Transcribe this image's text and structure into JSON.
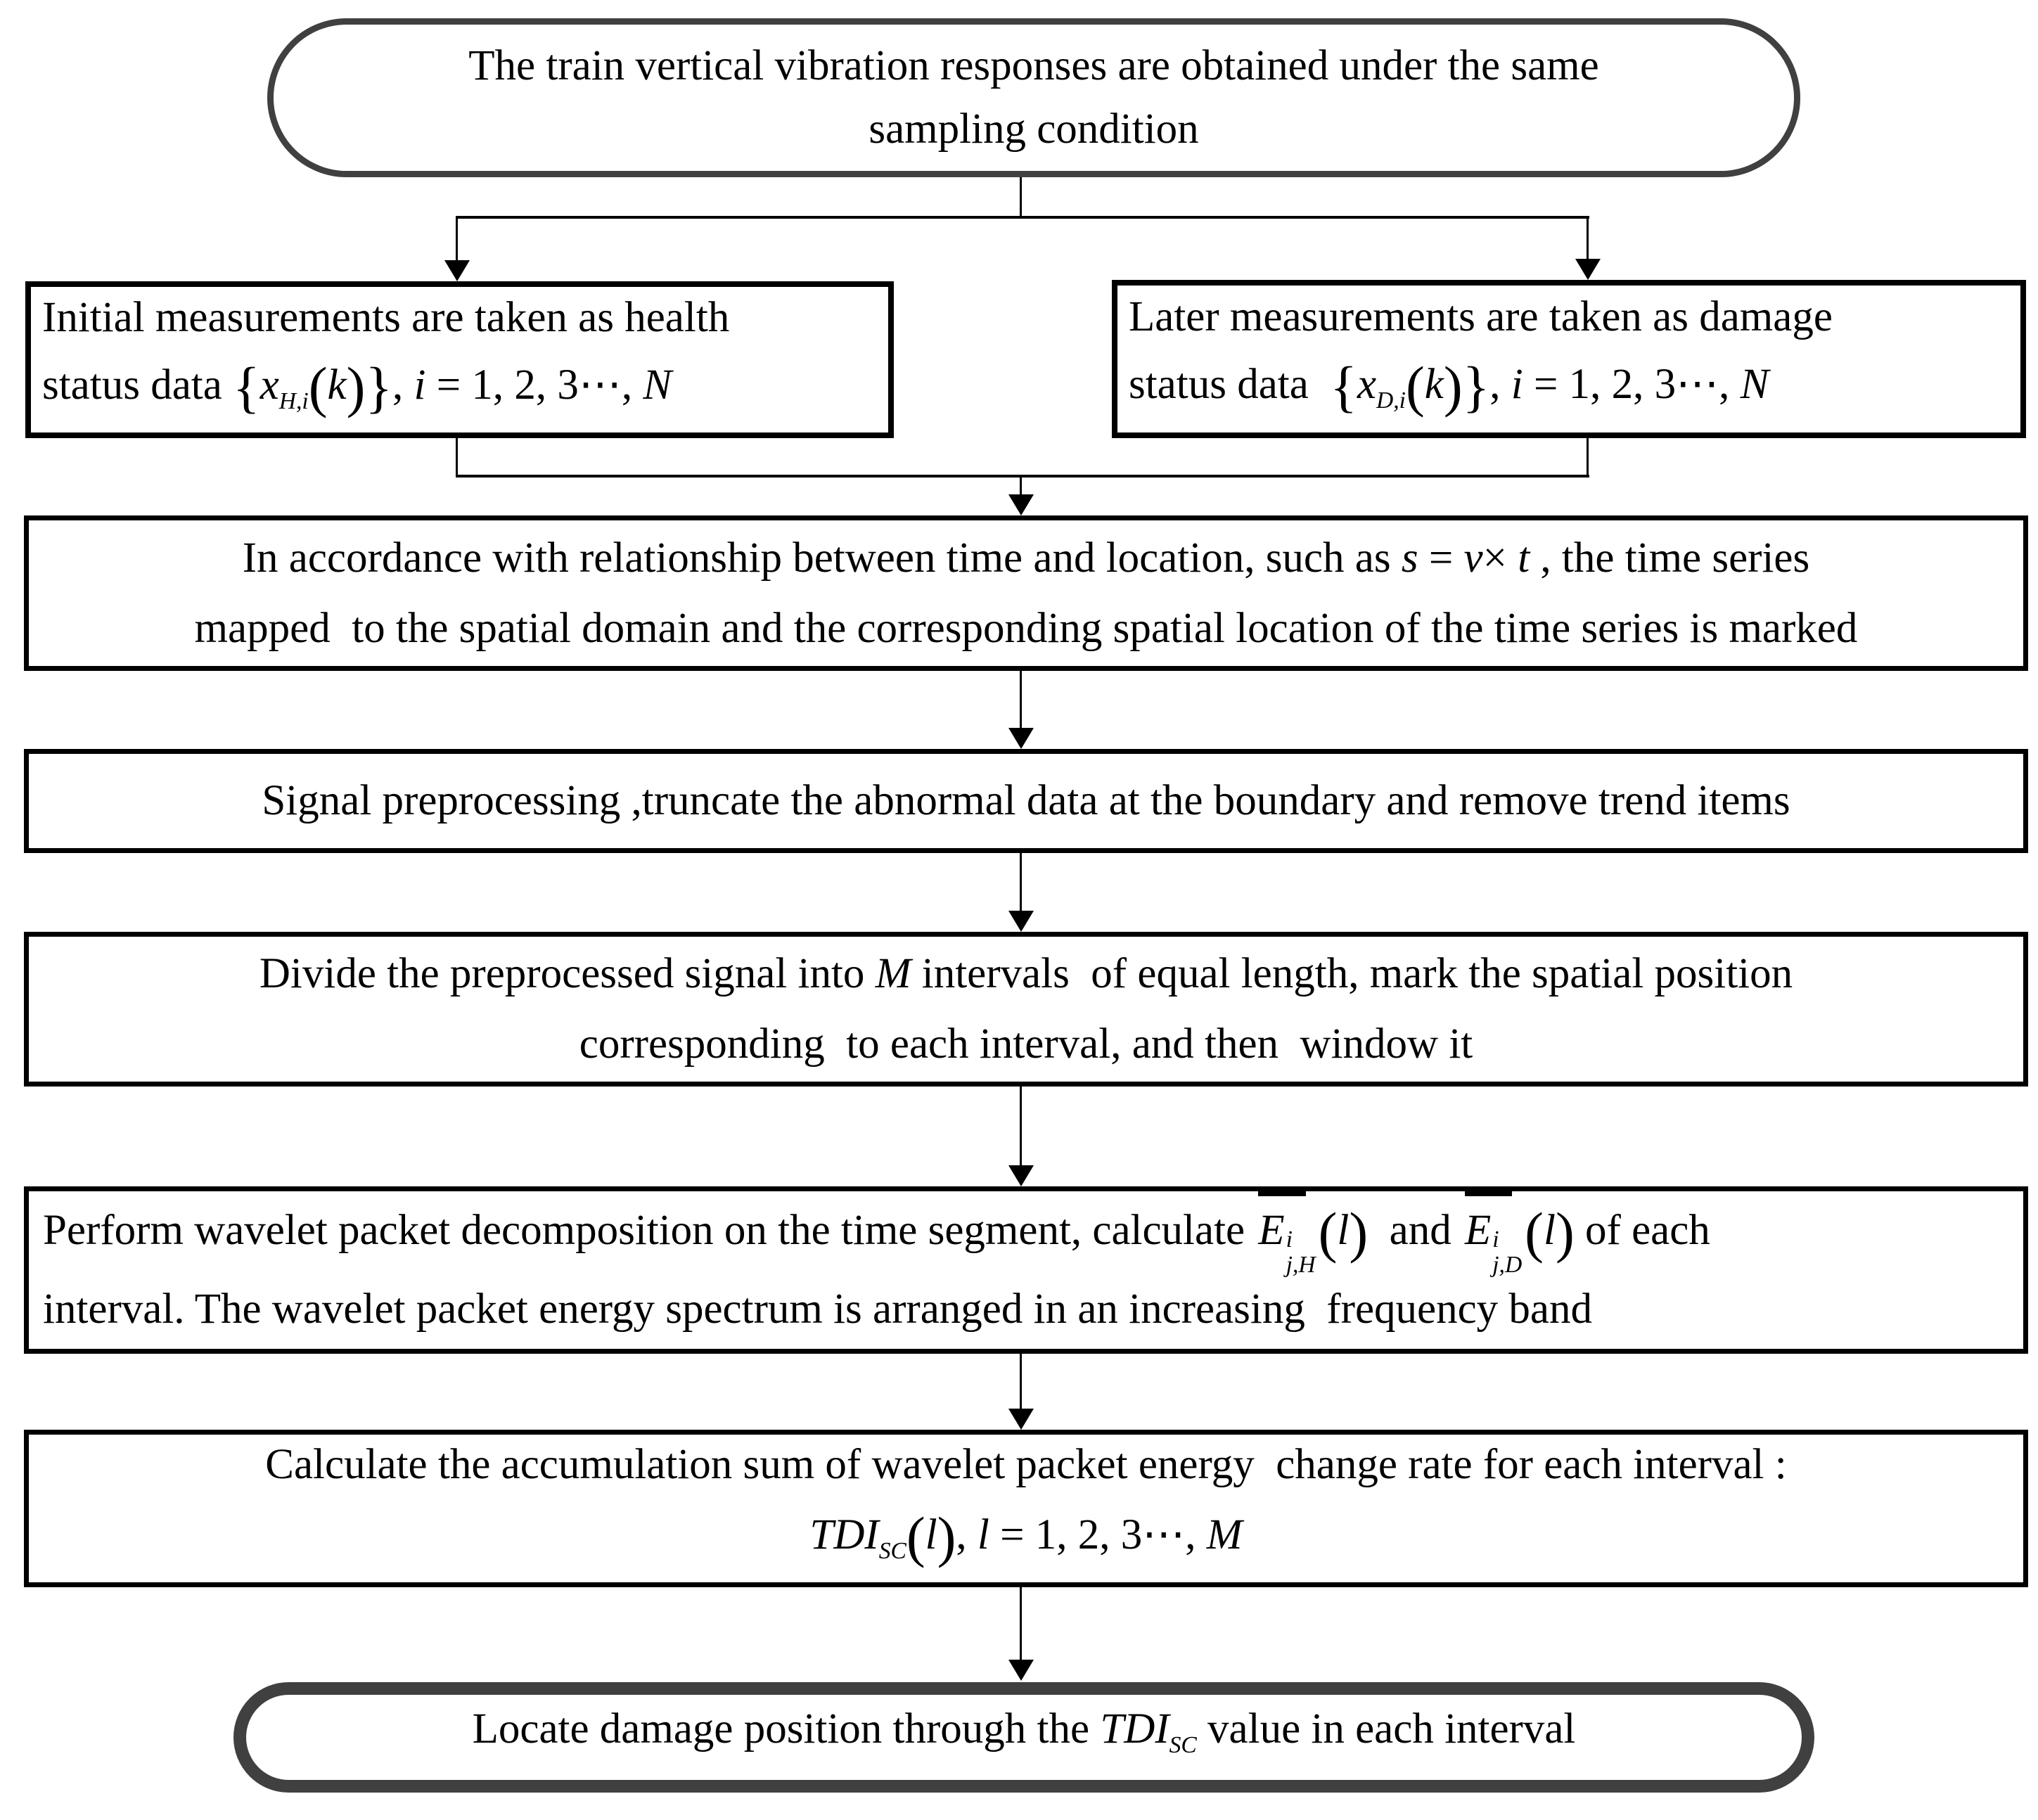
{
  "colors": {
    "background": "#ffffff",
    "box_border": "#000000",
    "stadium_border": "#404040",
    "line": "#000000",
    "text": "#000000"
  },
  "flowchart": {
    "nodes": [
      {
        "id": "start",
        "shape": "stadium",
        "lines": [
          {
            "segs": [
              {
                "t": "The train vertical vibration responses are obtained under the same"
              }
            ]
          },
          {
            "segs": [
              {
                "t": "sampling condition"
              }
            ]
          }
        ]
      },
      {
        "id": "health-data",
        "shape": "rect",
        "lines": [
          {
            "segs": [
              {
                "t": "Initial measurements are taken as health"
              }
            ]
          },
          {
            "segs": [
              {
                "t": "status data "
              },
              {
                "big": "{"
              },
              {
                "i": "x"
              },
              {
                "sub": "H,i"
              },
              {
                "big": "("
              },
              {
                "i": "k"
              },
              {
                "big": ")"
              },
              {
                "big": "}"
              },
              {
                "t": ", "
              },
              {
                "i": "i"
              },
              {
                "t": " = 1, 2, 3⋯, "
              },
              {
                "i": "N"
              }
            ]
          }
        ]
      },
      {
        "id": "damage-data",
        "shape": "rect",
        "lines": [
          {
            "segs": [
              {
                "t": "Later measurements are taken as damage"
              }
            ]
          },
          {
            "segs": [
              {
                "t": "status data  "
              },
              {
                "big": "{"
              },
              {
                "i": "x"
              },
              {
                "sub": "D,i"
              },
              {
                "big": "("
              },
              {
                "i": "k"
              },
              {
                "big": ")"
              },
              {
                "big": "}"
              },
              {
                "t": ", "
              },
              {
                "i": "i"
              },
              {
                "t": " = 1, 2, 3⋯, "
              },
              {
                "i": "N"
              }
            ]
          }
        ]
      },
      {
        "id": "map-spatial",
        "shape": "rect",
        "lines": [
          {
            "segs": [
              {
                "t": "In accordance with relationship between time and location, such as "
              },
              {
                "i": "s"
              },
              {
                "t": " = "
              },
              {
                "i": "v"
              },
              {
                "t": "× "
              },
              {
                "i": "t"
              },
              {
                "t": " , the time series"
              }
            ]
          },
          {
            "segs": [
              {
                "t": "mapped  to the spatial domain and the corresponding spatial location of the time series is marked"
              }
            ]
          }
        ]
      },
      {
        "id": "preprocess",
        "shape": "rect",
        "lines": [
          {
            "segs": [
              {
                "t": "Signal preprocessing ,truncate the abnormal data at the boundary and remove trend items"
              }
            ]
          }
        ]
      },
      {
        "id": "divide-intervals",
        "shape": "rect",
        "lines": [
          {
            "segs": [
              {
                "t": "Divide the preprocessed signal into "
              },
              {
                "i": "M"
              },
              {
                "t": " intervals  of equal length, mark the spatial position"
              }
            ]
          },
          {
            "segs": [
              {
                "t": "corresponding  to each interval, and then  window it"
              }
            ]
          }
        ]
      },
      {
        "id": "wavelet-decomposition",
        "shape": "rect",
        "lines": [
          {
            "segs": [
              {
                "t": "Perform wavelet packet decomposition on the time segment, calculate "
              },
              {
                "ebar": {
                  "base": "E",
                  "sup": "i",
                  "sub": "j,H"
                }
              },
              {
                "big": "("
              },
              {
                "i": "l"
              },
              {
                "big": ")"
              },
              {
                "t": "  and "
              },
              {
                "ebar": {
                  "base": "E",
                  "sup": "i",
                  "sub": "j,D"
                }
              },
              {
                "big": "("
              },
              {
                "i": "l"
              },
              {
                "big": ")"
              },
              {
                "t": " of each"
              }
            ]
          },
          {
            "segs": [
              {
                "t": "interval. The wavelet packet energy spectrum is arranged in an increasing  frequency band"
              }
            ]
          }
        ]
      },
      {
        "id": "tdi-accumulation",
        "shape": "rect",
        "lines": [
          {
            "segs": [
              {
                "t": "Calculate the accumulation sum of wavelet packet energy  change rate for each interval :"
              }
            ]
          },
          {
            "segs": [
              {
                "i": "TDI"
              },
              {
                "sub": "SC"
              },
              {
                "big": "("
              },
              {
                "i": "l"
              },
              {
                "big": ")"
              },
              {
                "t": ", "
              },
              {
                "i": "l"
              },
              {
                "t": " = 1, 2, 3⋯, "
              },
              {
                "i": "M"
              }
            ]
          }
        ]
      },
      {
        "id": "locate-damage",
        "shape": "stadium-bold",
        "lines": [
          {
            "segs": [
              {
                "t": "Locate damage position through the "
              },
              {
                "i": "TDI"
              },
              {
                "sub": "SC"
              },
              {
                "t": " value in each interval"
              }
            ]
          }
        ]
      }
    ],
    "edges": [
      {
        "from": "start",
        "to": "health-data"
      },
      {
        "from": "start",
        "to": "damage-data"
      },
      {
        "from": "health-data",
        "to": "map-spatial"
      },
      {
        "from": "damage-data",
        "to": "map-spatial"
      },
      {
        "from": "map-spatial",
        "to": "preprocess"
      },
      {
        "from": "preprocess",
        "to": "divide-intervals"
      },
      {
        "from": "divide-intervals",
        "to": "wavelet-decomposition"
      },
      {
        "from": "wavelet-decomposition",
        "to": "tdi-accumulation"
      },
      {
        "from": "tdi-accumulation",
        "to": "locate-damage"
      }
    ]
  }
}
